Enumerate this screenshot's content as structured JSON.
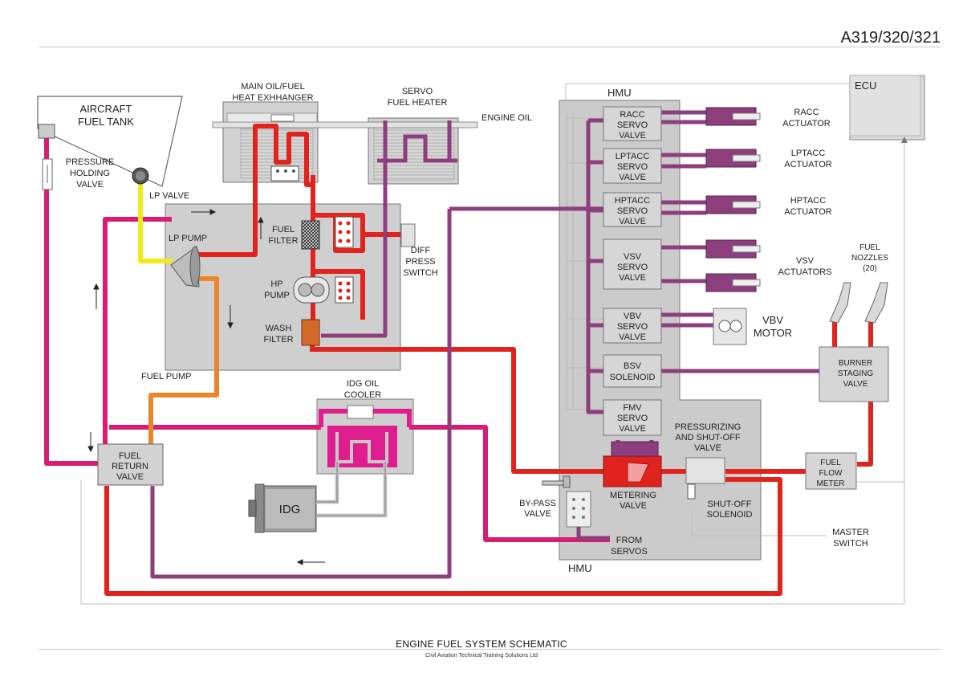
{
  "header": {
    "title": "A319/320/321"
  },
  "footer": {
    "title": "ENGINE FUEL SYSTEM SCHEMATIC",
    "subtitle": "Civil Aviation Technical Training Solutions Ltd"
  },
  "colors": {
    "fuel_hp": "#e0231c",
    "fuel_return": "#d81c74",
    "servo": "#8d3e7c",
    "lp_supply": "#f2ea1a",
    "fuel_pump_orange": "#e9862a",
    "idg_pink": "#e01d8f",
    "component_grey": "#d2d2d2",
    "hmu_grey": "#cdcdcd"
  },
  "labels": {
    "aircraft_fuel_tank": [
      "AIRCRAFT",
      "FUEL TANK"
    ],
    "pressure_holding_valve": [
      "PRESSURE",
      "HOLDING",
      "VALVE"
    ],
    "lp_valve": "LP  VALVE",
    "lp_pump": "LP PUMP",
    "fuel_pump": "FUEL PUMP",
    "main_oil_fuel_hx": [
      "MAIN OIL/FUEL",
      "HEAT EXHHANGER"
    ],
    "servo_fuel_heater": [
      "SERVO",
      "FUEL HEATER"
    ],
    "engine_oil": "ENGINE OIL",
    "fuel_filter": [
      "FUEL",
      "FILTER"
    ],
    "diff_press_switch": [
      "DIFF",
      "PRESS",
      "SWITCH"
    ],
    "hp_pump": [
      "HP",
      "PUMP"
    ],
    "wash_filter": [
      "WASH",
      "FILTER"
    ],
    "idg_oil_cooler": [
      "IDG OIL",
      "COOLER"
    ],
    "idg": "IDG",
    "fuel_return_valve": [
      "FUEL",
      "RETURN",
      "VALVE"
    ],
    "hmu_top": "HMU",
    "hmu_bottom": "HMU",
    "ecu": "ECU",
    "racc_servo_valve": [
      "RACC",
      "SERVO",
      "VALVE"
    ],
    "lptacc_servo_valve": [
      "LPTACC",
      "SERVO",
      "VALVE"
    ],
    "hptacc_servo_valve": [
      "HPTACC",
      "SERVO",
      "VALVE"
    ],
    "vsv_servo_valve": [
      "VSV",
      "SERVO",
      "VALVE"
    ],
    "vbv_servo_valve": [
      "VBV",
      "SERVO",
      "VALVE"
    ],
    "bsv_solenoid": [
      "BSV",
      "SOLENOID"
    ],
    "fmv_servo_valve": [
      "FMV",
      "SERVO",
      "VALVE"
    ],
    "racc_actuator": [
      "RACC",
      "ACTUATOR"
    ],
    "lptacc_actuator": [
      "LPTACC",
      "ACTUATOR"
    ],
    "hptacc_actuator": [
      "HPTACC",
      "ACTUATOR"
    ],
    "vsv_actuators": [
      "VSV",
      "ACTUATORS"
    ],
    "vbv_motor": [
      "VBV",
      "MOTOR"
    ],
    "fuel_nozzles": [
      "FUEL",
      "NOZZLES",
      "(20)"
    ],
    "burner_staging_valve": [
      "BURNER",
      "STAGING",
      "VALVE"
    ],
    "pressurizing_shutoff_valve": [
      "PRESSURIZING",
      "AND SHUT-OFF",
      "VALVE"
    ],
    "fuel_flow_meter": [
      "FUEL",
      "FLOW",
      "METER"
    ],
    "metering_valve": [
      "METERING",
      "VALVE"
    ],
    "bypass_valve": [
      "BY-PASS",
      "VALVE"
    ],
    "from_servos": [
      "FROM",
      "SERVOS"
    ],
    "shutoff_solenoid": [
      "SHUT-OFF",
      "SOLENOID"
    ],
    "master_switch": [
      "MASTER",
      "SWITCH"
    ]
  }
}
